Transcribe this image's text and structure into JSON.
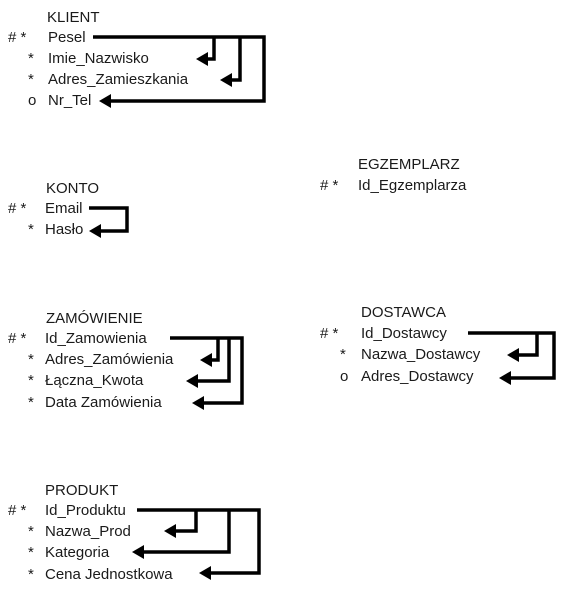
{
  "entities": [
    {
      "name": "KLIENT",
      "attributes": [
        {
          "mark": "# *",
          "name": "Pesel"
        },
        {
          "mark": "*",
          "name": "Imie_Nazwisko"
        },
        {
          "mark": "*",
          "name": "Adres_Zamieszkania"
        },
        {
          "mark": "o",
          "name": "Nr_Tel"
        }
      ]
    },
    {
      "name": "KONTO",
      "attributes": [
        {
          "mark": "# *",
          "name": "Email"
        },
        {
          "mark": "*",
          "name": "Hasło"
        }
      ]
    },
    {
      "name": "ZAMÓWIENIE",
      "attributes": [
        {
          "mark": "# *",
          "name": "Id_Zamowienia"
        },
        {
          "mark": "*",
          "name": "Adres_Zamówienia"
        },
        {
          "mark": "*",
          "name": "Łączna_Kwota"
        },
        {
          "mark": "*",
          "name": "Data  Zamówienia"
        }
      ]
    },
    {
      "name": "PRODUKT",
      "attributes": [
        {
          "mark": "# *",
          "name": "Id_Produktu"
        },
        {
          "mark": "*",
          "name": "Nazwa_Prod"
        },
        {
          "mark": "*",
          "name": "Kategoria"
        },
        {
          "mark": "*",
          "name": "Cena  Jednostkowa"
        }
      ]
    },
    {
      "name": "EGZEMPLARZ",
      "attributes": [
        {
          "mark": "# *",
          "name": "Id_Egzemplarza"
        }
      ]
    },
    {
      "name": "DOSTAWCA",
      "attributes": [
        {
          "mark": "# *",
          "name": "Id_Dostawcy"
        },
        {
          "mark": "*",
          "name": "Nazwa_Dostawcy"
        },
        {
          "mark": "o",
          "name": "Adres_Dostawcy"
        }
      ]
    }
  ],
  "colors": {
    "text": "#1a1a1a",
    "arrow": "#000000",
    "background": "#ffffff"
  }
}
